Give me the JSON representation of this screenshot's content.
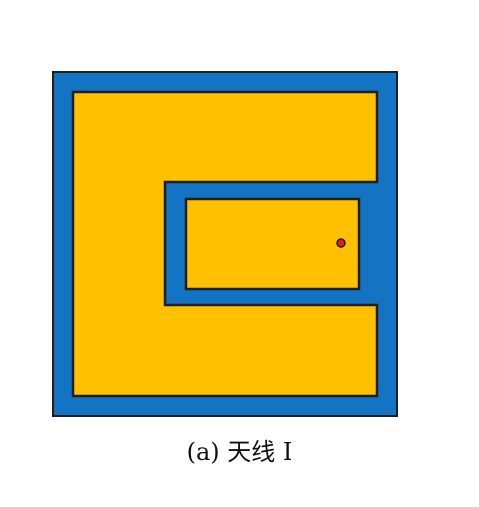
{
  "figure": {
    "caption": "(a) 天线 I",
    "colors": {
      "substrate": "#1274C2",
      "patch": "#FFC000",
      "outline": "#1f1f1f",
      "feed": "#E02020",
      "background": "#ffffff"
    },
    "parts": [
      "substrate",
      "c-shaped-patch",
      "inner-rectangular-patch",
      "feed-point"
    ]
  }
}
